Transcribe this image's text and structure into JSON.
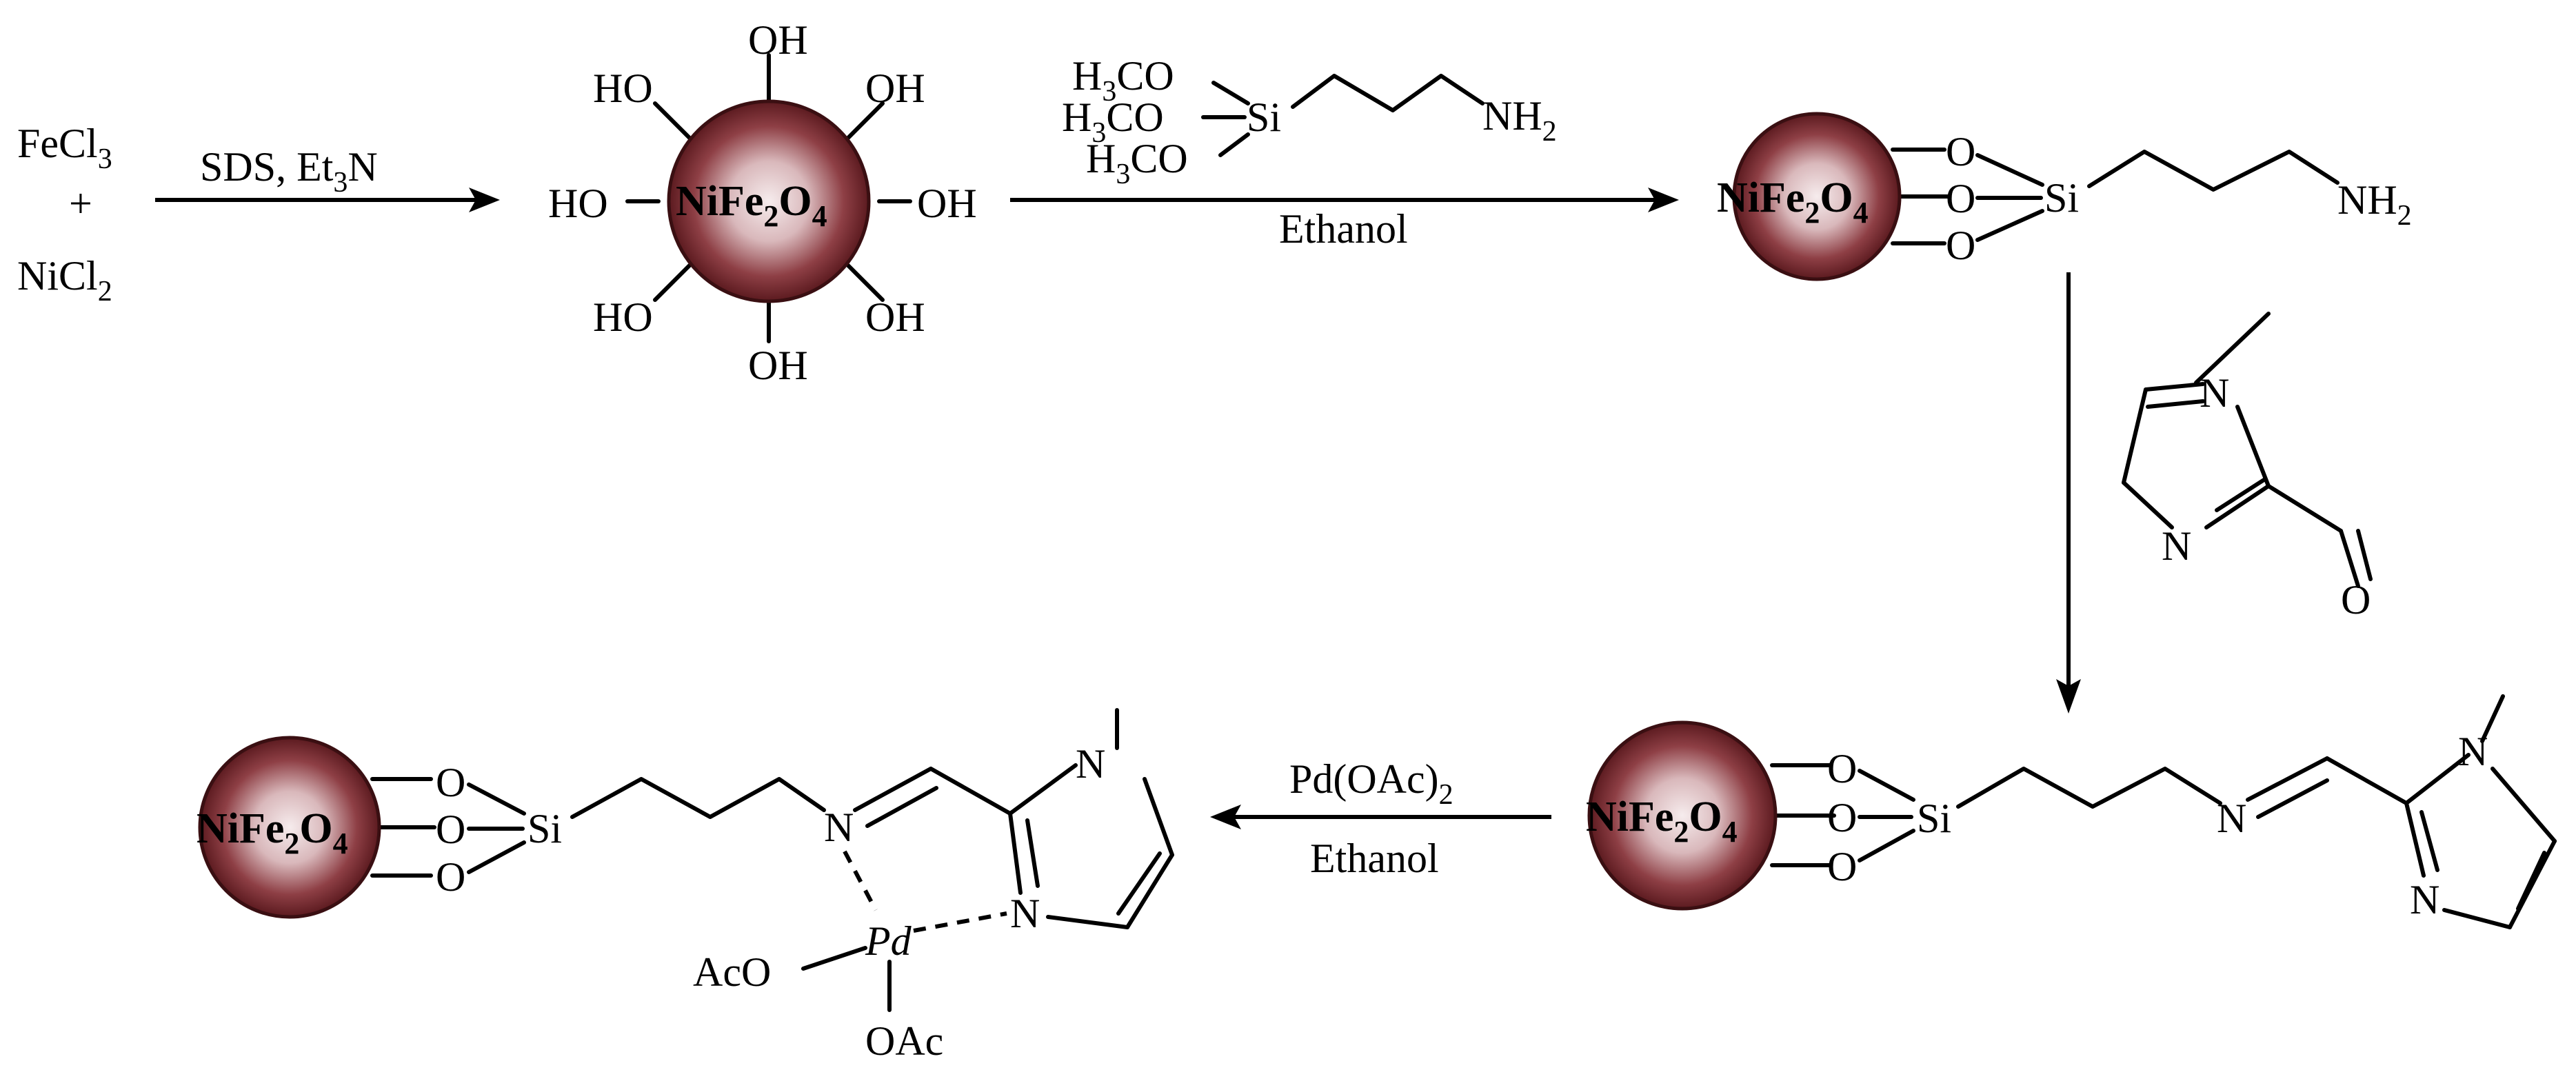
{
  "reactants": {
    "line1": "FeCl",
    "line1_sub": "3",
    "plus": "+",
    "line2": "NiCl",
    "line2_sub": "2"
  },
  "step1": {
    "reagent_a": "SDS, Et",
    "reagent_sub": "3",
    "reagent_b": "N"
  },
  "nanoparticle": {
    "a": "NiFe",
    "sub1": "2",
    "b": "O",
    "sub2": "4"
  },
  "hydroxyl": "OH",
  "hydroxyl_rev": "HO",
  "silane": {
    "h3": "H",
    "h3_sub": "3",
    "co": "CO",
    "si": "Si",
    "nh": "NH",
    "nh_sub": "2"
  },
  "step2": {
    "solvent": "Ethanol"
  },
  "oxygen": "O",
  "silicon": "Si",
  "nitrogen": "N",
  "step4": {
    "reagent_a": "Pd(OAc)",
    "reagent_sub": "2",
    "solvent": "Ethanol"
  },
  "pd_complex": {
    "pd": "Pd",
    "aco": "AcO",
    "oac": "OAc"
  },
  "colors": {
    "sphere_light": "#f6eced",
    "sphere_mid": "#a45a60",
    "sphere_dark": "#5b1a1f"
  }
}
